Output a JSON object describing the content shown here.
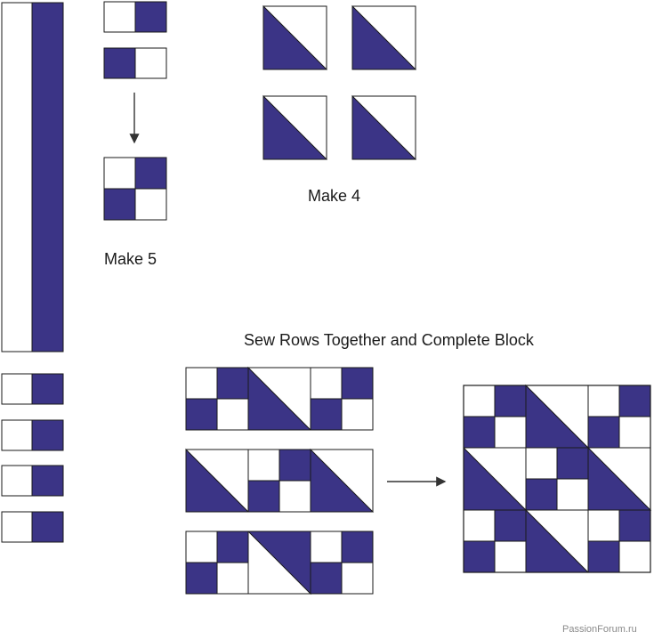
{
  "labels": {
    "make5": "Make 5",
    "make4": "Make 4",
    "sew_rows": "Sew Rows Together and Complete Block"
  },
  "watermark": "PassionForum.ru",
  "colors": {
    "fabric_dark": "#3b3486",
    "fabric_light": "#ffffff",
    "outline": "#1a1a1a",
    "arrow": "#333333"
  },
  "icons": {
    "arrow_down": "arrow-down-icon",
    "arrow_right": "arrow-right-icon"
  }
}
